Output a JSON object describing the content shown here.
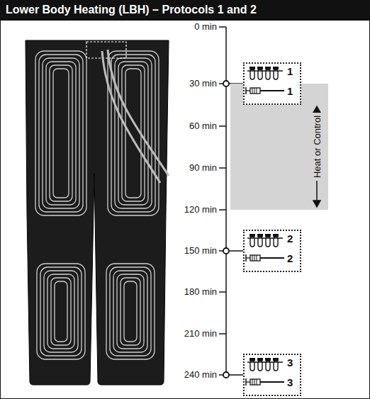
{
  "diagram": {
    "title": "Lower Body Heating (LBH) – Protocols 1 and 2",
    "nodes": [
      {
        "text": [
          "1",
          "1"
        ]
      },
      {
        "text": [
          "Heat or Control"
        ]
      },
      {
        "text": [
          "2",
          "2"
        ]
      },
      {
        "text": [
          "3",
          "3"
        ]
      }
    ],
    "labels": [
      "0 min",
      "30 min",
      "60 min",
      "90 min",
      "120 min",
      "150 min",
      "180 min",
      "210 min",
      "240 min"
    ]
  }
}
